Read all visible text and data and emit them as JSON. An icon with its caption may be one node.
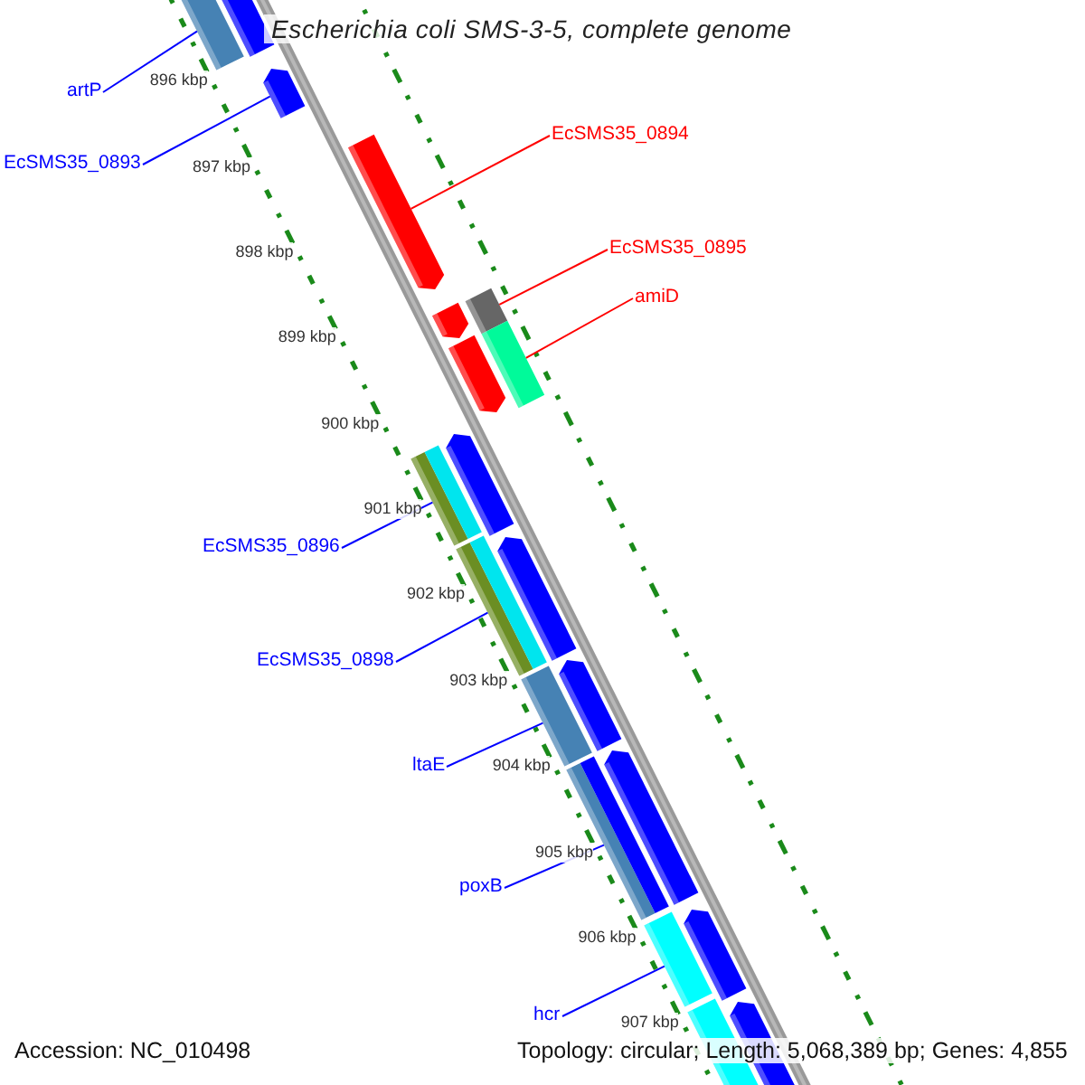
{
  "diagram": {
    "title": "Escherichia coli SMS-3-5, complete genome",
    "nodes": [
      {
        "text": [
          "artP"
        ]
      },
      {
        "text": [
          "EcSMS35_0894"
        ]
      },
      {
        "text": [
          "EcSMS35_0893"
        ]
      },
      {
        "text": [
          "EcSMS35_0895"
        ]
      },
      {
        "text": [
          "amiD"
        ]
      },
      {
        "text": [
          "EcSMS35_0896"
        ]
      },
      {
        "text": [
          "EcSMS35_0898"
        ]
      },
      {
        "text": [
          "ltaE"
        ]
      },
      {
        "text": [
          "poxB"
        ]
      },
      {
        "text": [
          "hcr"
        ]
      },
      {
        "text": [],
        "shape": "bar"
      },
      {
        "text": [],
        "shape": "bar"
      },
      {
        "text": [],
        "shape": "bar"
      },
      {
        "text": [],
        "shape": "bar"
      },
      {
        "text": [],
        "shape": "bar"
      },
      {
        "text": [],
        "shape": "bar"
      },
      {
        "text": [],
        "shape": "bar"
      },
      {
        "text": [],
        "shape": "bar"
      },
      {
        "text": [],
        "shape": "bar"
      },
      {
        "text": [],
        "shape": "bar"
      },
      {
        "text": [],
        "shape": "bar"
      },
      {
        "text": [],
        "shape": "bar"
      },
      {
        "text": [],
        "shape": "bar"
      },
      {
        "text": [],
        "shape": "bar"
      },
      {
        "text": [],
        "shape": "bar"
      },
      {
        "text": [],
        "shape": "bar"
      },
      {
        "text": [],
        "shape": "bar"
      },
      {
        "text": [],
        "shape": "bar"
      },
      {
        "text": [],
        "shape": "bar"
      },
      {
        "text": [],
        "shape": "bar"
      }
    ],
    "edges": [
      {
        "from": 0,
        "to": 10,
        "arrow": "none"
      },
      {
        "from": 1,
        "to": 13,
        "arrow": "none",
        "color": "#ff0000"
      },
      {
        "from": 2,
        "to": 12,
        "arrow": "none"
      },
      {
        "from": 3,
        "to": 14,
        "arrow": "none",
        "color": "#ff0000"
      },
      {
        "from": 4,
        "to": 16,
        "arrow": "none",
        "color": "#ff0000"
      },
      {
        "from": 5,
        "to": 19,
        "arrow": "none"
      },
      {
        "from": 6,
        "to": 21,
        "arrow": "none"
      },
      {
        "from": 7,
        "to": 23,
        "arrow": "none"
      },
      {
        "from": 8,
        "to": 25,
        "arrow": "none"
      },
      {
        "from": 9,
        "to": 27,
        "arrow": "none"
      }
    ],
    "labels": [
      "896 kbp",
      "897 kbp",
      "898 kbp",
      "899 kbp",
      "900 kbp",
      "901 kbp",
      "902 kbp",
      "903 kbp",
      "904 kbp",
      "905 kbp",
      "906 kbp",
      "907 kbp",
      "Accession: NC_010498",
      "Topology: circular; Length: 5,068,389 bp; Genes: 4,855"
    ]
  }
}
